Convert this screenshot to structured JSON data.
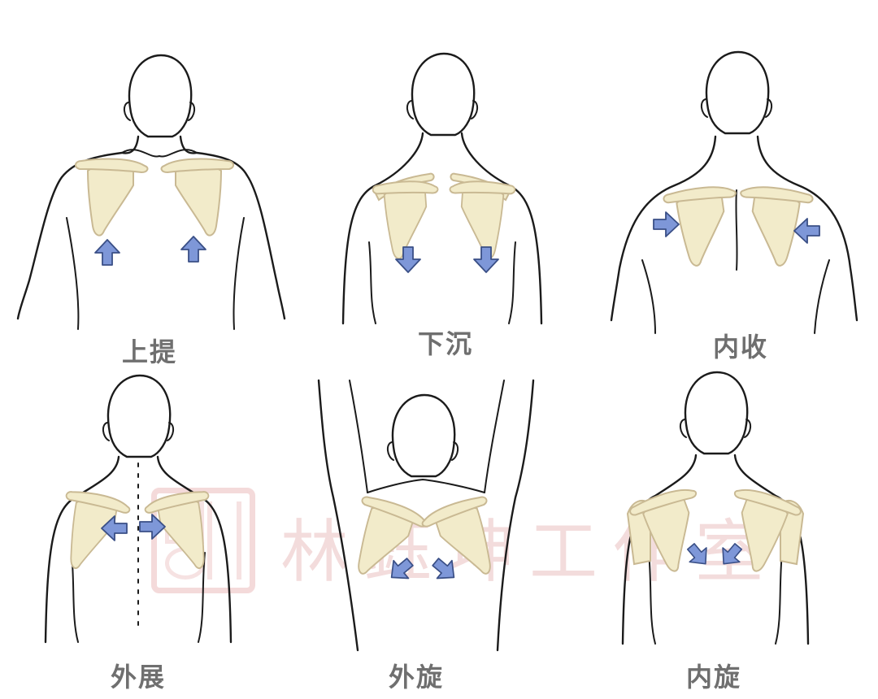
{
  "watermark": {
    "text": "林鈺坤工作室"
  },
  "colors": {
    "outline": "#1b1b1b",
    "bone_fill": "#f2ebca",
    "bone_stroke": "#c9b993",
    "arrow_fill": "#7e97d8",
    "arrow_stroke": "#3a4f86",
    "label": "#6f6f6f"
  },
  "panels": [
    {
      "id": "elevation",
      "label": "上提",
      "arrow_direction": "up"
    },
    {
      "id": "depression",
      "label": "下沉",
      "arrow_direction": "down"
    },
    {
      "id": "retraction",
      "label": "内收",
      "arrow_direction": "inward"
    },
    {
      "id": "protraction",
      "label": "外展",
      "arrow_direction": "outward"
    },
    {
      "id": "upward-rotation",
      "label": "外旋",
      "arrow_direction": "curved-outward-down"
    },
    {
      "id": "downward-rotation",
      "label": "内旋",
      "arrow_direction": "curved-inward-down"
    }
  ]
}
